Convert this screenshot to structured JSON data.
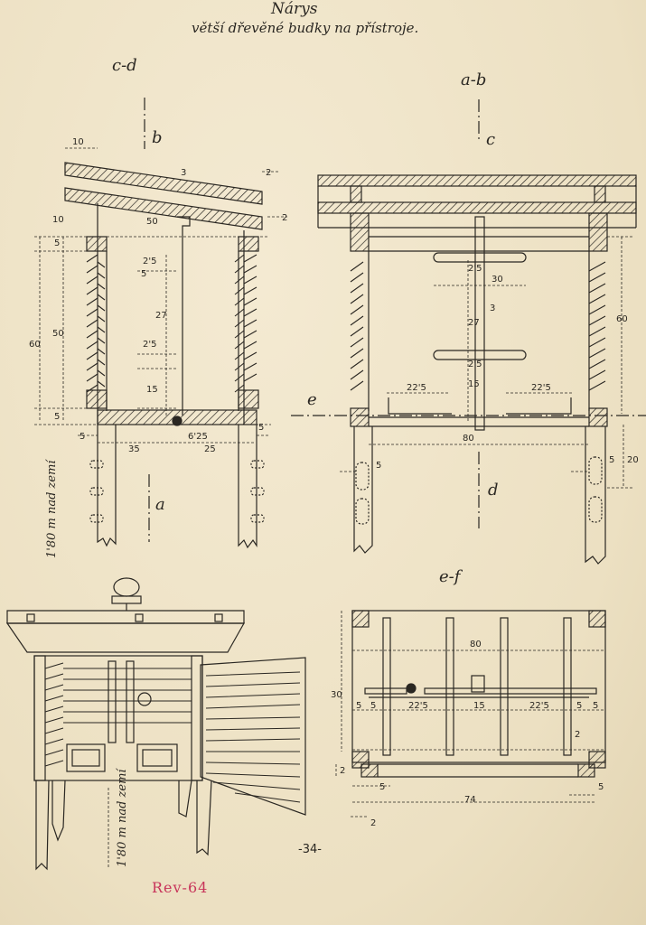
{
  "title": {
    "line1": "Nárys",
    "line2": "větší dřevěné budky na přístroje."
  },
  "views": {
    "cd": "c-d",
    "ab": "a-b",
    "ef": "e-f"
  },
  "section_marks": {
    "a": "a",
    "b": "b",
    "c": "c",
    "d": "d",
    "e": "e"
  },
  "dims_cd": {
    "d10a": "10",
    "d10b": "10",
    "d5top": "5",
    "d50": "50",
    "d3": "3",
    "d2a": "2",
    "d2b": "2",
    "d5a": "5",
    "d25a": "2'5",
    "d27": "27",
    "d25b": "2'5",
    "d15": "15",
    "d60": "60",
    "d50v": "50",
    "d5b": "5",
    "d5c": "5",
    "d35": "35",
    "d625": "6'25",
    "d25c": "25",
    "d5d": "5"
  },
  "dims_ab": {
    "d25a": "2'5",
    "d30": "30",
    "d3": "3",
    "d27": "27",
    "d25b": "2'5",
    "d15": "15",
    "d225a": "22'5",
    "d225b": "22'5",
    "d80": "80",
    "d60": "60",
    "d5a": "5",
    "d5b": "5",
    "d20": "20"
  },
  "dims_ef": {
    "d80": "80",
    "d30": "30",
    "d5a": "5",
    "d5b": "5",
    "d225a": "22'5",
    "d15": "15",
    "d225b": "22'5",
    "d5c": "5",
    "d5d": "5",
    "d2a": "2",
    "d2b": "2",
    "d5e": "5",
    "d74": "74",
    "d5f": "5",
    "d2c": "2"
  },
  "notes": {
    "height_top": "1'80 m nad zemí",
    "height_bottom": "1'80 m nad zemí"
  },
  "page_number": "-34-",
  "stamp": "Rev-64",
  "colors": {
    "paper": "#efe4c8",
    "ink": "#2a2722",
    "stamp": "#c8345a"
  }
}
